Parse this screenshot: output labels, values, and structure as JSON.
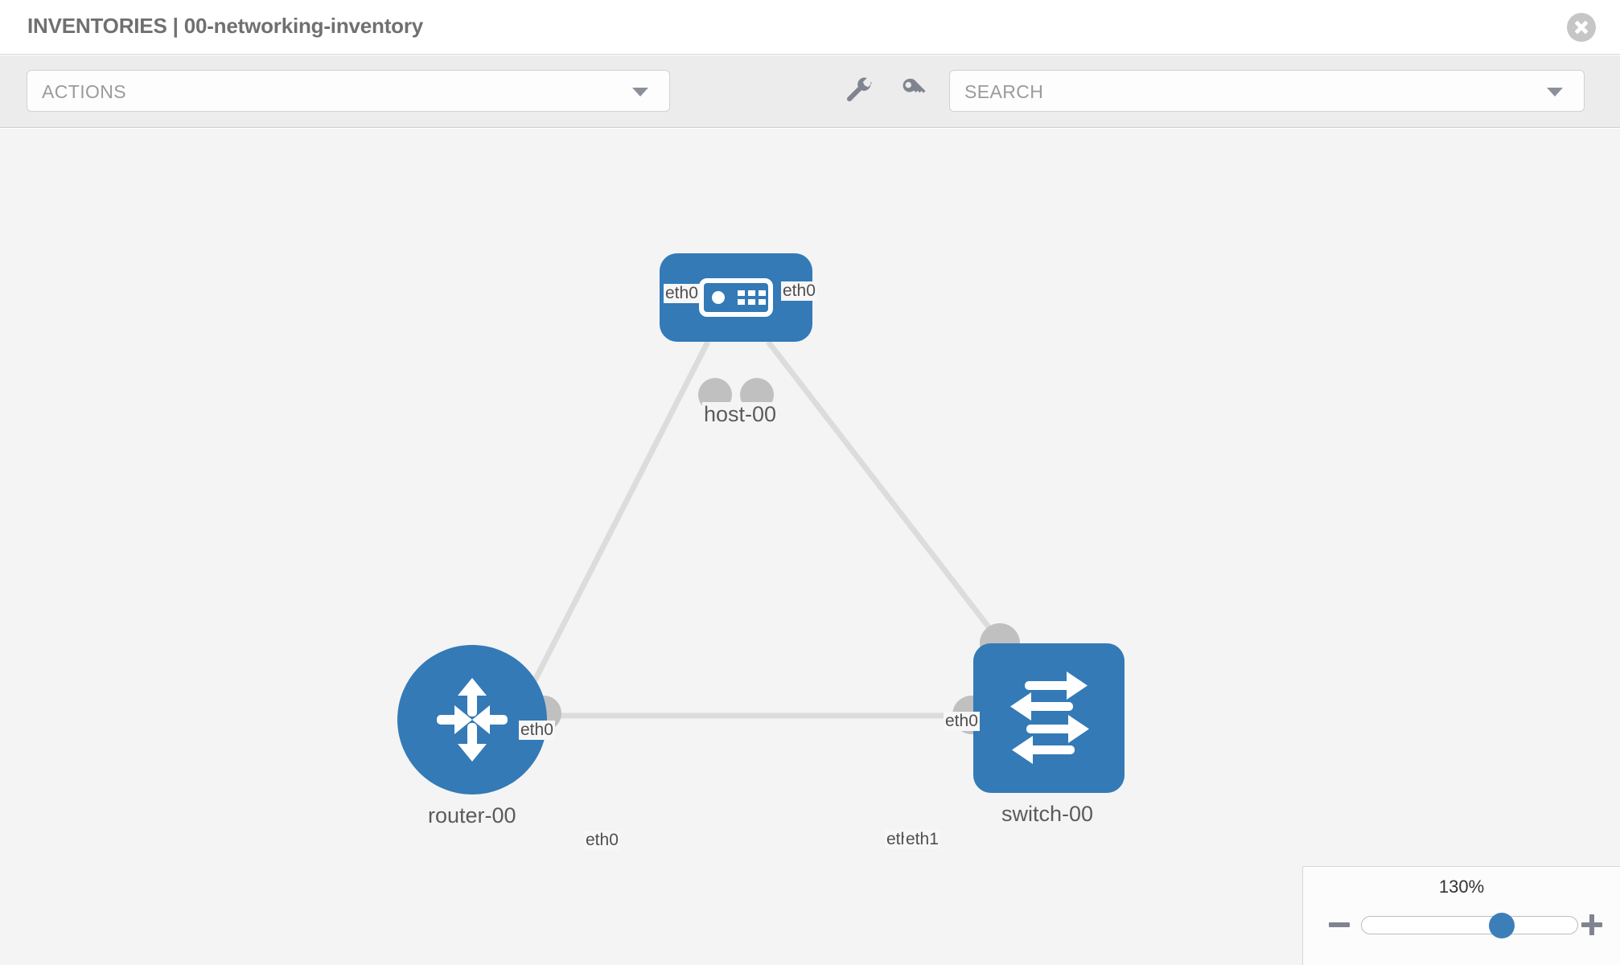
{
  "header": {
    "title": "INVENTORIES | 00-networking-inventory",
    "close_label": "close-icon"
  },
  "toolbar": {
    "actions": {
      "label": "ACTIONS",
      "caret": "chevron-down-icon"
    },
    "wrench_icon": "wrench-icon",
    "key_icon": "key-icon",
    "search": {
      "placeholder": "SEARCH",
      "value": "SEARCH",
      "caret": "chevron-down-icon"
    }
  },
  "topology": {
    "nodes": [
      {
        "id": "host-00",
        "label": "host-00",
        "type": "host",
        "icon": "server-icon",
        "color": "#337ab7"
      },
      {
        "id": "router-00",
        "label": "router-00",
        "type": "router",
        "icon": "router-arrows-icon",
        "color": "#337ab7"
      },
      {
        "id": "switch-00",
        "label": "switch-00",
        "type": "switch",
        "icon": "switch-arrows-icon",
        "color": "#337ab7"
      }
    ],
    "links": [
      {
        "from": "host-00",
        "to": "router-00",
        "from_iface": "eth0",
        "to_iface": "eth0"
      },
      {
        "from": "host-00",
        "to": "switch-00",
        "from_iface": "eth0",
        "to_iface": "eth0"
      },
      {
        "from": "router-00",
        "to": "switch-00",
        "from_iface": "eth0",
        "to_iface": "eth1"
      }
    ],
    "iface_labels": {
      "host_left": "eth0",
      "host_right": "eth0",
      "router_upper": "eth0",
      "switch_upper": "eth0",
      "router_right": "eth0",
      "switch_left_hidden": "eth0",
      "switch_left": "eth1"
    },
    "link_color": "#dcdcdc",
    "knob_color": "#c0c0c0"
  },
  "zoom_control": {
    "value_label": "130%",
    "minus_label": "minus-icon",
    "plus_label": "plus-icon",
    "percent": 130,
    "min": 0,
    "max": 200
  }
}
